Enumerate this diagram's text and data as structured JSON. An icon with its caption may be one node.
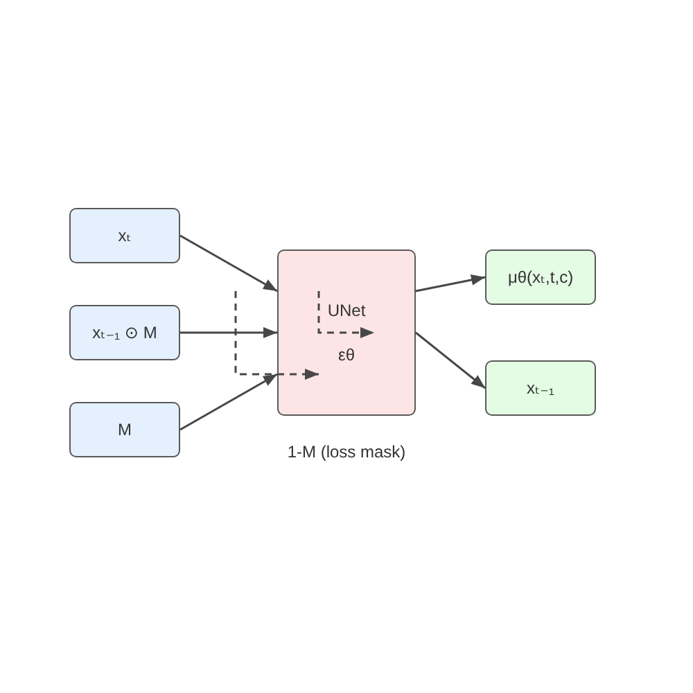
{
  "diagram": {
    "nodes": [
      {
        "text": [
          "xₜ"
        ]
      },
      {
        "text": [
          "xₜ₋₁ ⊙ M"
        ]
      },
      {
        "text": [
          "M"
        ]
      },
      {
        "text": [
          "UNet",
          "εθ"
        ]
      },
      {
        "text": [
          "μθ(xₜ,t,c)"
        ]
      },
      {
        "text": [
          "xₜ₋₁"
        ]
      }
    ],
    "edges": [
      {
        "from": 0,
        "to": 3,
        "arrow": "to"
      },
      {
        "from": 1,
        "to": 3,
        "arrow": "to"
      },
      {
        "from": 2,
        "to": 3,
        "arrow": "to"
      },
      {
        "from": null,
        "to": 3,
        "arrow": "to",
        "style": "dashed"
      },
      {
        "from": null,
        "to": 3,
        "arrow": "to",
        "style": "dashed"
      },
      {
        "from": 3,
        "to": 4,
        "arrow": "to"
      },
      {
        "from": 3,
        "to": 5,
        "arrow": "to"
      }
    ],
    "labels": [
      "1-M (loss mask)"
    ]
  }
}
